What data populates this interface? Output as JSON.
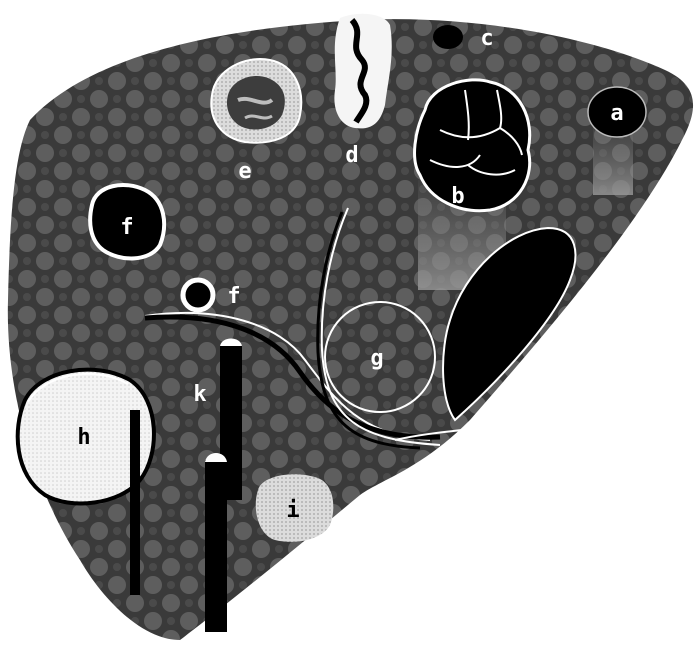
{
  "diagram": {
    "labels": {
      "a": "a",
      "b": "b",
      "c": "c",
      "d": "d",
      "e": "e",
      "f1": "f",
      "f2": "f",
      "g": "g",
      "h": "h",
      "i": "i",
      "k": "k"
    },
    "colors": {
      "background": "#ffffff",
      "parenchyma_dark": "#3a3a3a",
      "parenchyma_light": "#5c5c5c",
      "lesion_black": "#000000",
      "lesion_white": "#ffffff",
      "lesion_grey": "#9a9a9a",
      "outline": "#ffffff"
    }
  }
}
